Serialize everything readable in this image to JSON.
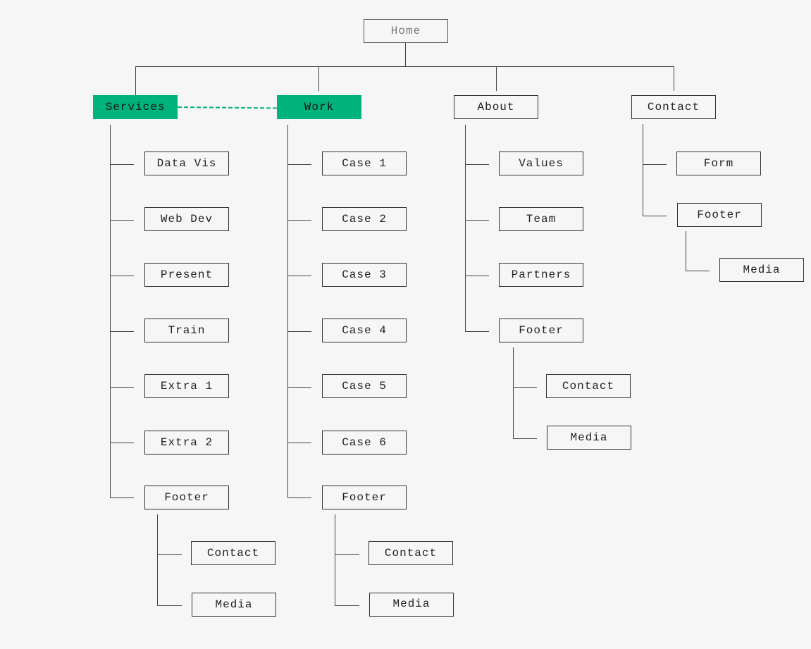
{
  "colors": {
    "background": "#f6f6f6",
    "line": "#444444",
    "highlight": "#00b37a",
    "link": "#00b37a"
  },
  "nodes": {
    "home": "Home",
    "services": "Services",
    "work": "Work",
    "about": "About",
    "contact": "Contact",
    "services_children": [
      "Data Vis",
      "Web Dev",
      "Present",
      "Train",
      "Extra 1",
      "Extra 2",
      "Footer"
    ],
    "services_footer_children": [
      "Contact",
      "Media"
    ],
    "work_children": [
      "Case 1",
      "Case 2",
      "Case 3",
      "Case 4",
      "Case 5",
      "Case 6",
      "Footer"
    ],
    "work_footer_children": [
      "Contact",
      "Media"
    ],
    "about_children": [
      "Values",
      "Team",
      "Partners",
      "Footer"
    ],
    "about_footer_children": [
      "Contact",
      "Media"
    ],
    "contact_children": [
      "Form",
      "Footer"
    ],
    "contact_footer_children": [
      "Media"
    ]
  }
}
